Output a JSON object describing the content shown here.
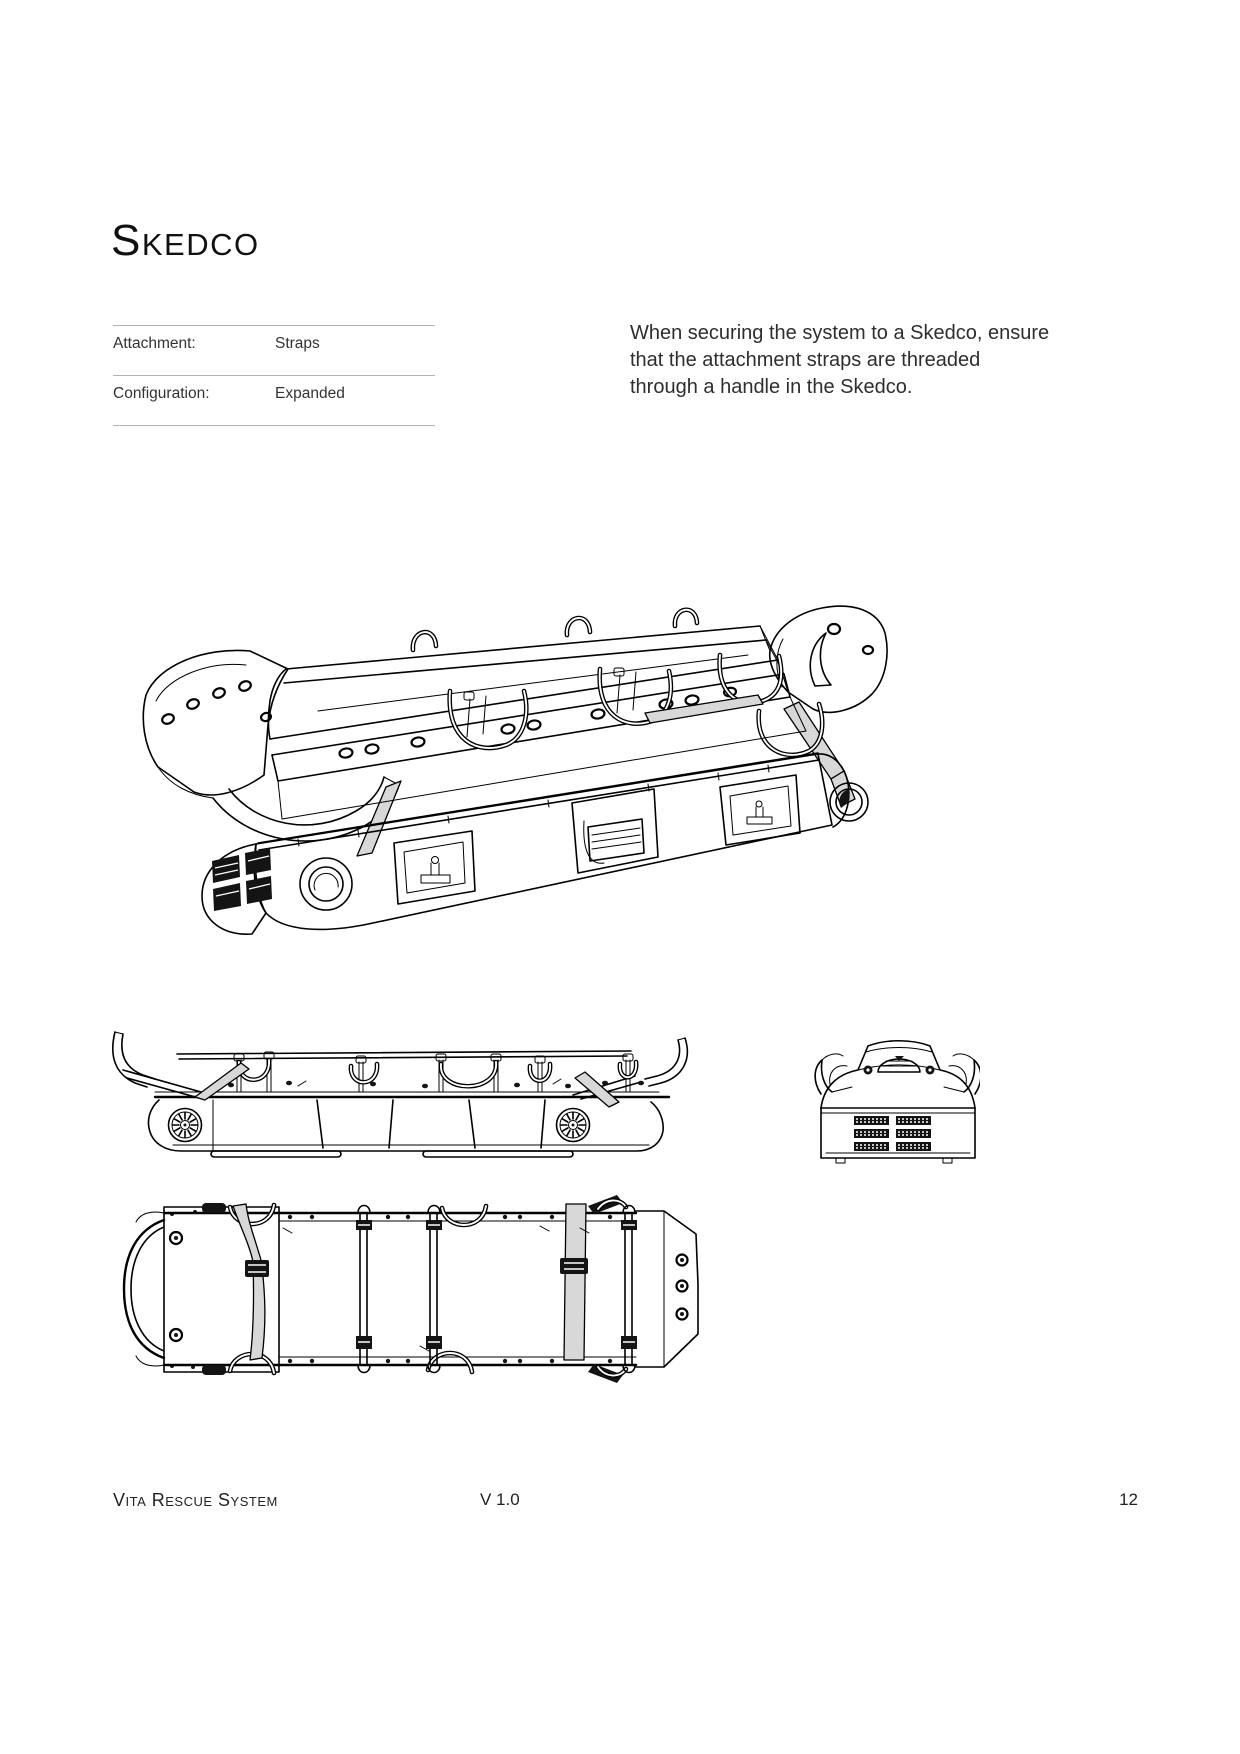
{
  "page": {
    "title": "Skedco",
    "spec_table": {
      "rows": [
        {
          "label": "Attachment:",
          "value": "Straps"
        },
        {
          "label": "Configuration:",
          "value": "Expanded"
        }
      ]
    },
    "intro": {
      "lines": [
        "When securing the system to a Skedco, ensure",
        "that the attachment straps are threaded",
        "through a handle in the Skedco."
      ]
    },
    "figures": [
      {
        "name": "isometric-view",
        "description": "Vita Rescue System strapped to Skedco, isometric line drawing"
      },
      {
        "name": "side-view",
        "description": "Side elevation line drawing"
      },
      {
        "name": "end-view",
        "description": "End elevation line drawing"
      },
      {
        "name": "top-view",
        "description": "Top plan line drawing"
      }
    ],
    "footer": {
      "product": "Vita Rescue System",
      "version": "V 1.0",
      "page_number": "12"
    }
  },
  "colors": {
    "ink": "#000000",
    "text": "#2e2e2e",
    "rule": "#b3b3b3",
    "strap_gray": "#d8d8d8",
    "paper": "#ffffff"
  }
}
